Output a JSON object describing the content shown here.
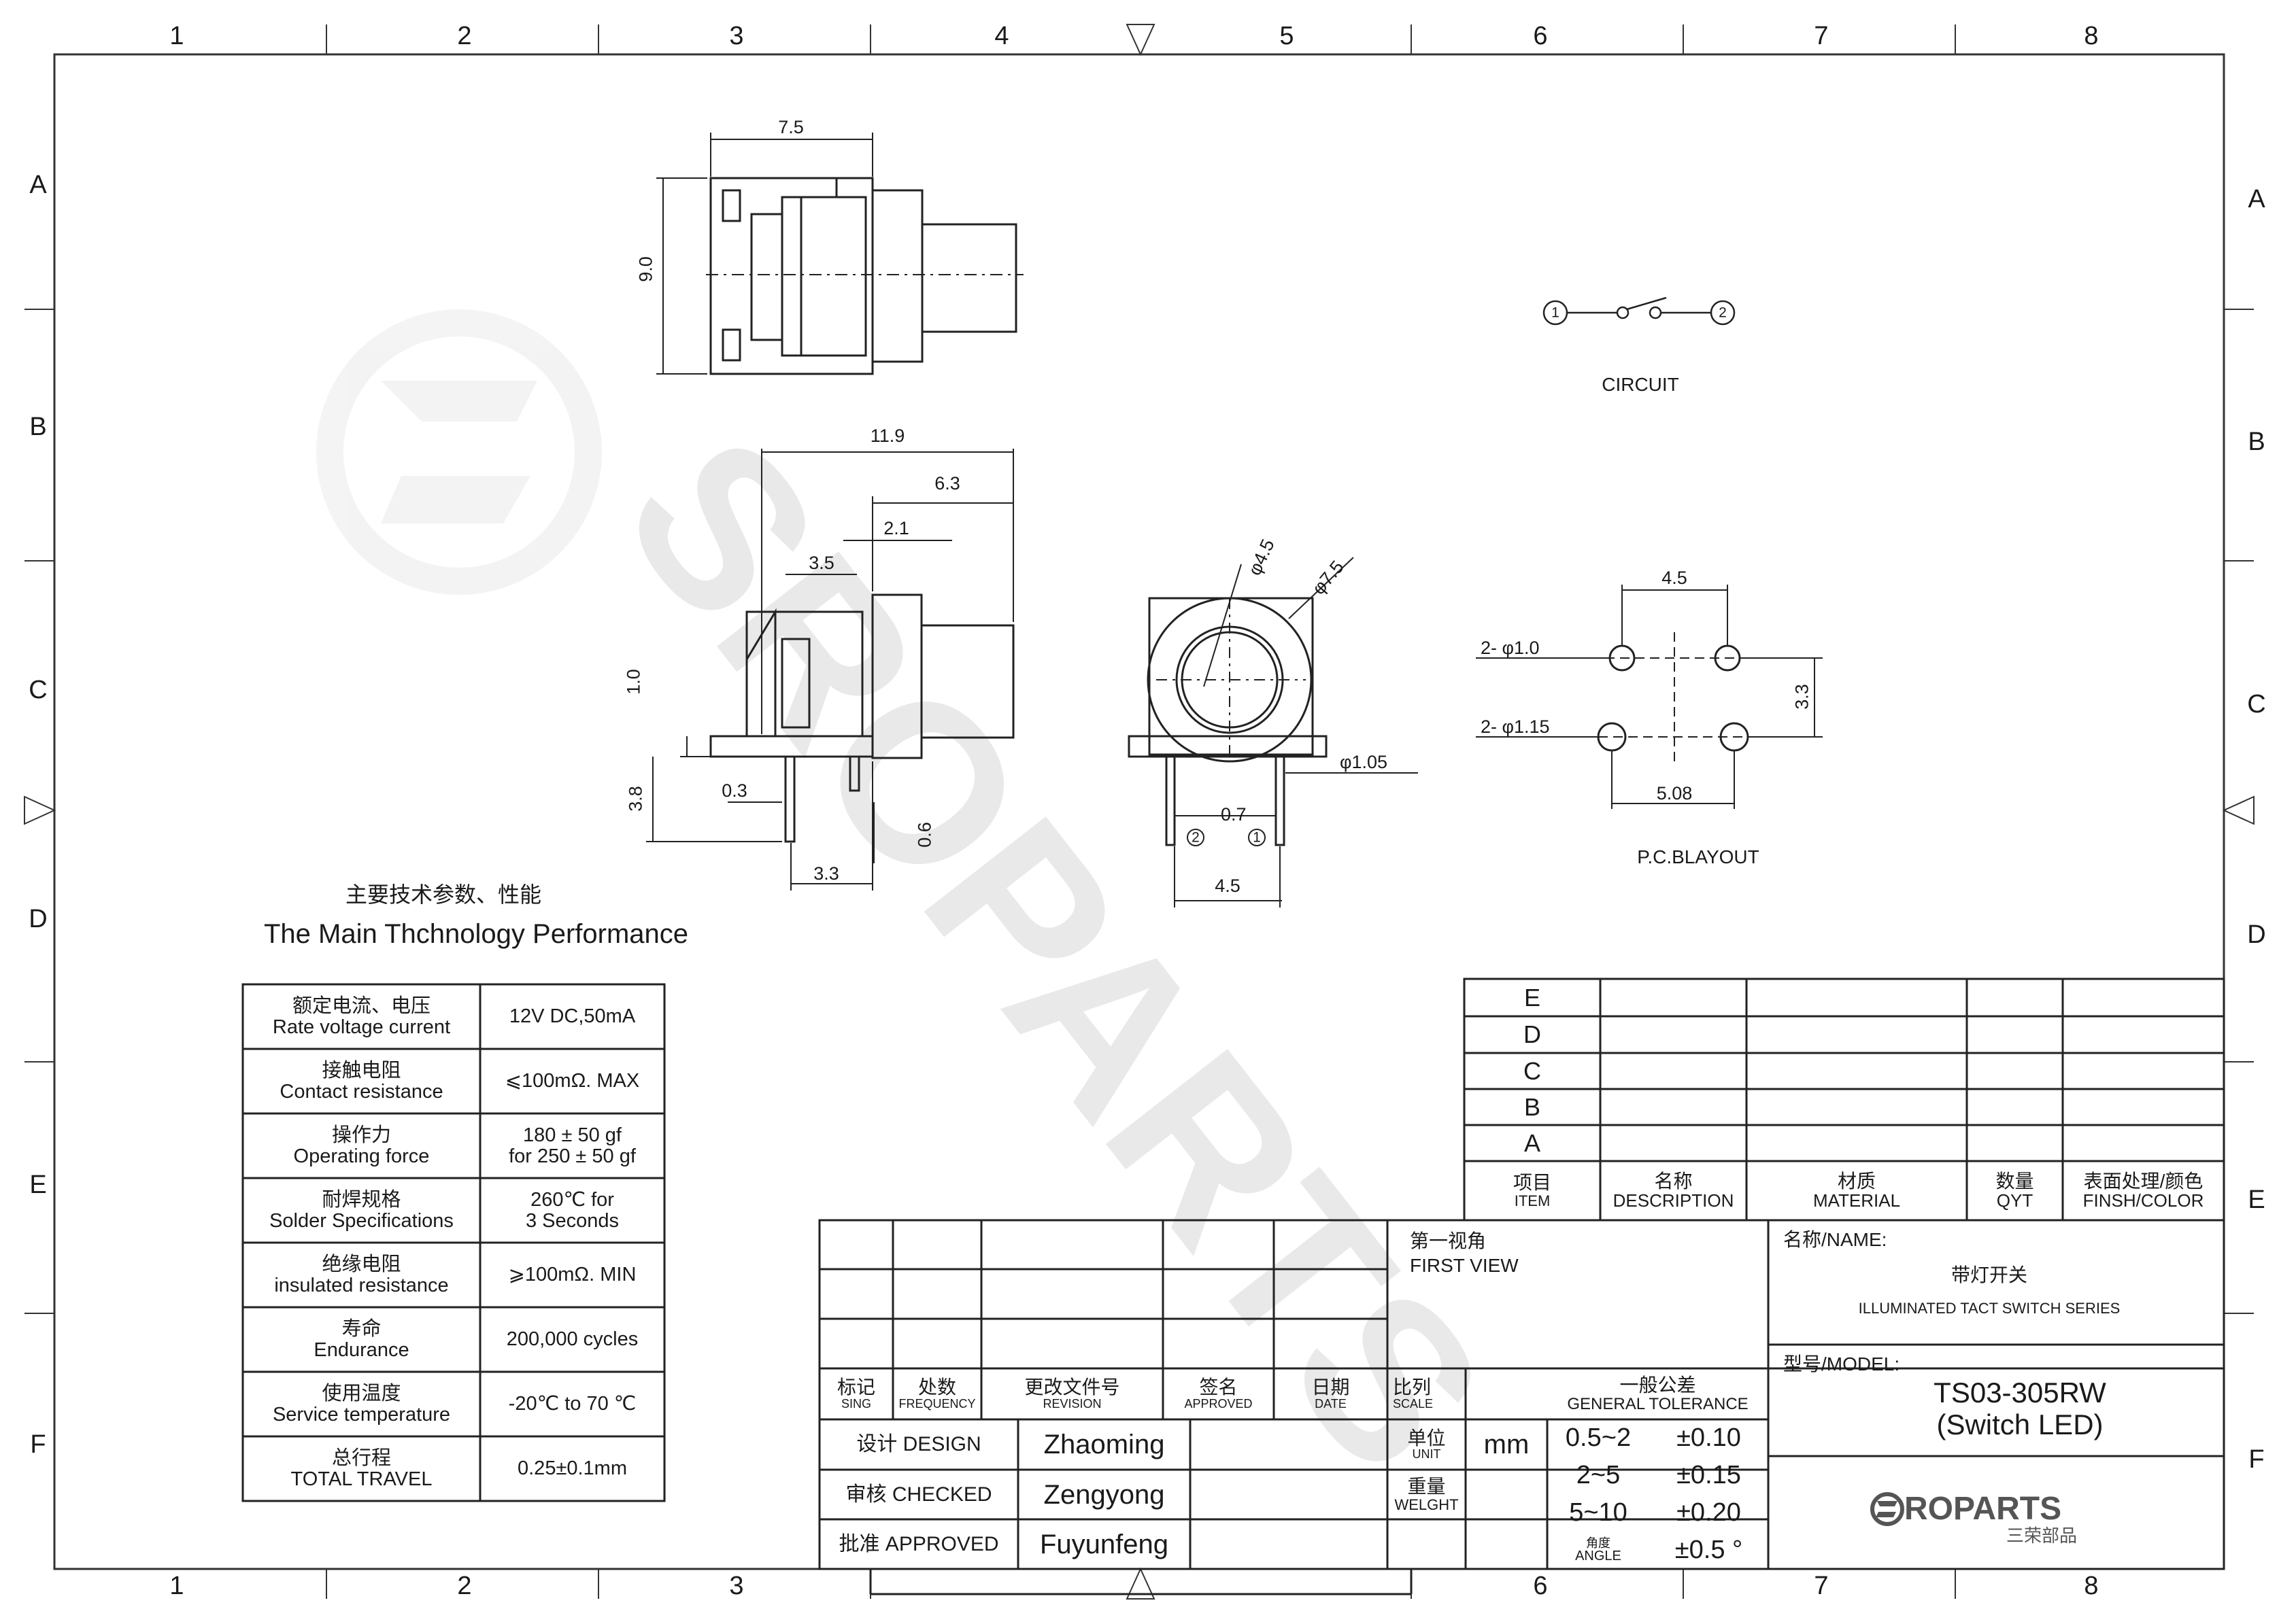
{
  "grid": {
    "columns": [
      "1",
      "2",
      "3",
      "4",
      "5",
      "6",
      "7",
      "8"
    ],
    "rows": [
      "A",
      "B",
      "C",
      "D",
      "E",
      "F"
    ]
  },
  "watermark": "SROPARTS",
  "dims": {
    "top_width": "7.5",
    "top_height": "9.0",
    "side_total": "11.9",
    "side_63": "6.3",
    "side_21": "2.1",
    "side_35": "3.5",
    "side_10": "1.0",
    "side_38": "3.8",
    "side_03": "0.3",
    "side_06": "0.6",
    "side_33": "3.3",
    "front_phi45": "φ4.5",
    "front_phi75": "φ7.5",
    "front_phi105": "φ1.05",
    "front_07": "0.7",
    "front_45": "4.5",
    "pin1": "1",
    "pin2": "2",
    "pcb_45": "4.5",
    "pcb_hole1": "2- φ1.0",
    "pcb_hole2": "2- φ1.15",
    "pcb_33": "3.3",
    "pcb_508": "5.08"
  },
  "labels": {
    "circuit": "CIRCUIT",
    "circuit_pin1": "1",
    "circuit_pin2": "2",
    "pcb_layout": "P.C.BLAYOUT"
  },
  "specs": {
    "title_cn": "主要技术参数、性能",
    "title_en": "The Main Thchnology Performance",
    "rows": [
      {
        "cn": "额定电流、电压",
        "en": "Rate voltage current",
        "v1": "12V DC,50mA",
        "v2": ""
      },
      {
        "cn": "接触电阻",
        "en": "Contact resistance",
        "v1": "⩽100mΩ. MAX",
        "v2": ""
      },
      {
        "cn": "操作力",
        "en": "Operating  force",
        "v1": "180 ± 50 gf",
        "v2": "for 250 ± 50 gf"
      },
      {
        "cn": "耐焊规格",
        "en": "Solder Specifications",
        "v1": "260℃ for",
        "v2": "3 Seconds"
      },
      {
        "cn": "绝缘电阻",
        "en": "insulated resistance",
        "v1": "⩾100mΩ. MIN",
        "v2": ""
      },
      {
        "cn": "寿命",
        "en": "Endurance",
        "v1": "200,000 cycles",
        "v2": ""
      },
      {
        "cn": "使用温度",
        "en": "Service temperature",
        "v1": "-20℃ to 70 ℃",
        "v2": ""
      },
      {
        "cn": "总行程",
        "en": "TOTAL TRAVEL",
        "v1": "0.25±0.1mm",
        "v2": ""
      }
    ]
  },
  "bom": {
    "rows": [
      "E",
      "D",
      "C",
      "B",
      "A"
    ],
    "headers": [
      {
        "cn": "项目",
        "en": "ITEM"
      },
      {
        "cn": "名称",
        "en": "DESCRIPTION"
      },
      {
        "cn": "材质",
        "en": "MATERIAL"
      },
      {
        "cn": "数量",
        "en": "QYT"
      },
      {
        "cn": "表面处理/颜色",
        "en": "FINSH/COLOR"
      }
    ]
  },
  "titleblock": {
    "rev_headers": [
      {
        "cn": "标记",
        "en": "SING"
      },
      {
        "cn": "处数",
        "en": "FREQUENCY"
      },
      {
        "cn": "更改文件号",
        "en": "REVISION"
      },
      {
        "cn": "签名",
        "en": "APPROVED"
      },
      {
        "cn": "日期",
        "en": "DATE"
      }
    ],
    "design_label": "设计 DESIGN",
    "design_name": "Zhaoming",
    "checked_label": "审核 CHECKED",
    "checked_name": "Zengyong",
    "approved_label": "批准 APPROVED",
    "approved_name": "Fuyunfeng",
    "first_view_cn": "第一视角",
    "first_view_en": "FIRST VIEW",
    "scale_cn": "比列",
    "scale_en": "SCALE",
    "unit_cn": "单位",
    "unit_en": "UNIT",
    "unit_value": "mm",
    "weight_cn": "重量",
    "weight_en": "WELGHT",
    "tol_cn": "一般公差",
    "tol_en": "GENERAL TOLERANCE",
    "tolerances": [
      {
        "range": "0.5~2",
        "tol": "±0.10"
      },
      {
        "range": "2~5",
        "tol": "±0.15"
      },
      {
        "range": "5~10",
        "tol": "±0.20"
      },
      {
        "range": "",
        "tol": "±0.5 °"
      }
    ],
    "angle_cn": "角度",
    "angle_en": "ANGLE",
    "name_label": "名称/NAME:",
    "name_cn": "带灯开关",
    "name_en": "ILLUMINATED TACT SWITCH SERIES",
    "model_label": "型号/MODEL:",
    "model_line1": "TS03-305RW",
    "model_line2": "(Switch LED)",
    "logo_text": "ROPARTS",
    "logo_sub": "三荣部品"
  }
}
